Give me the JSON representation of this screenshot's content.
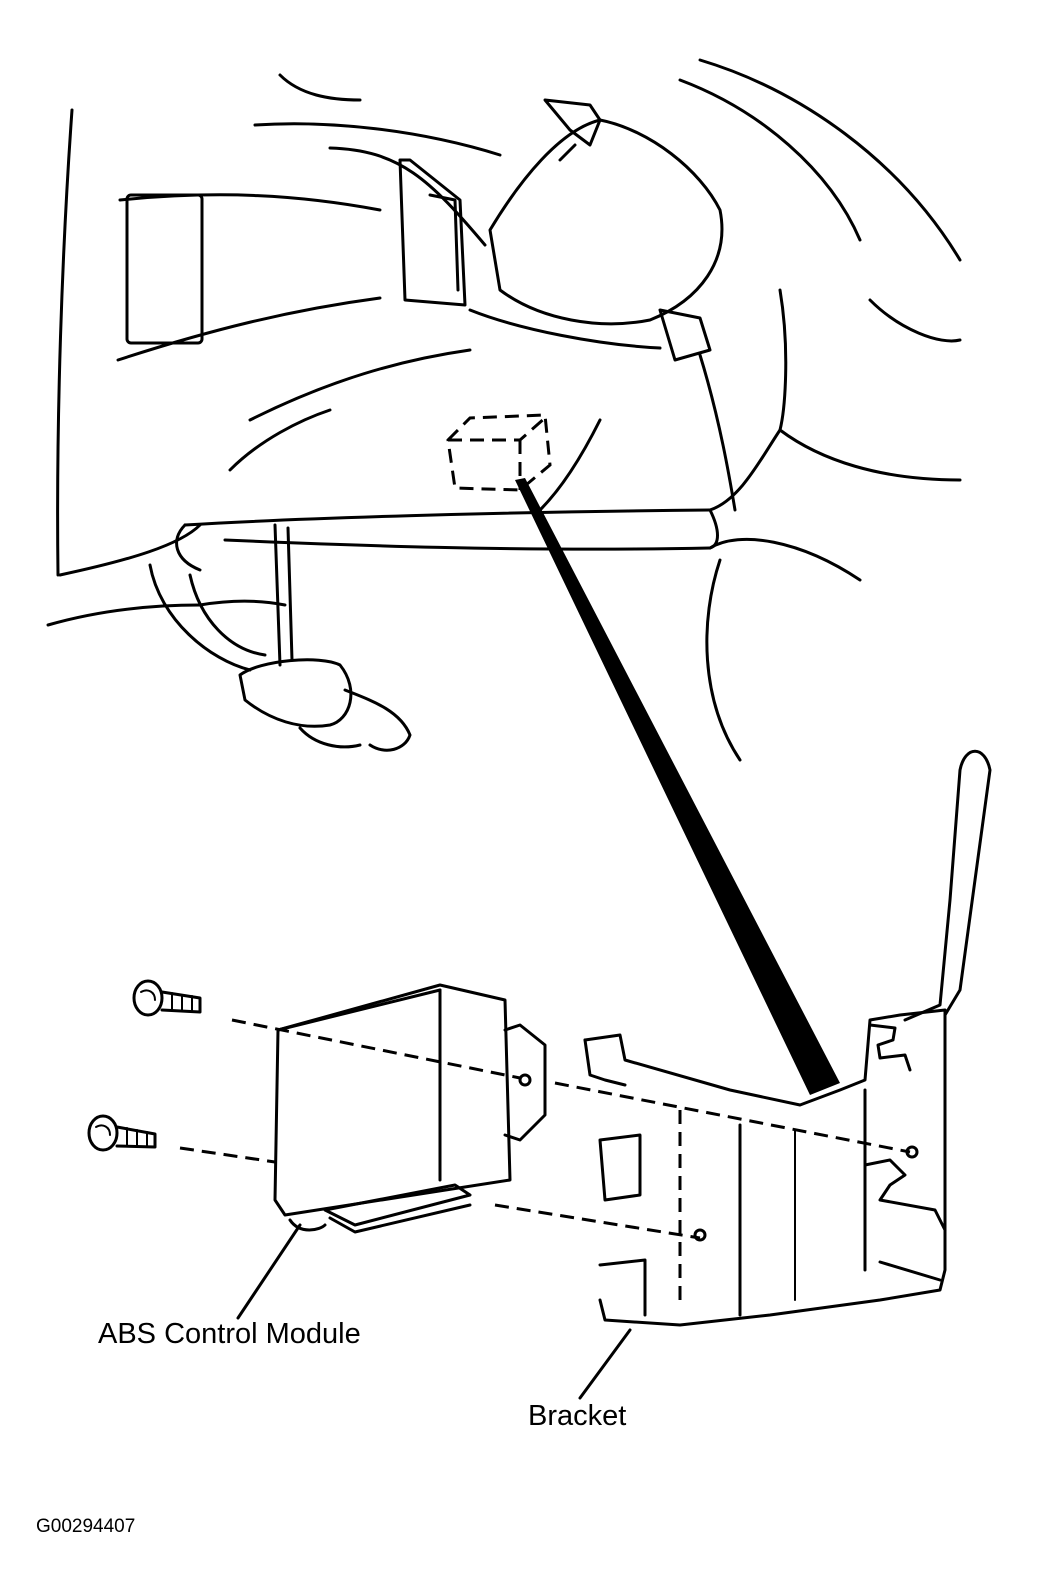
{
  "labels": {
    "abs_module": "ABS Control Module",
    "bracket": "Bracket",
    "figure_code": "G00294407"
  },
  "colors": {
    "line": "#000000",
    "background": "#ffffff"
  }
}
